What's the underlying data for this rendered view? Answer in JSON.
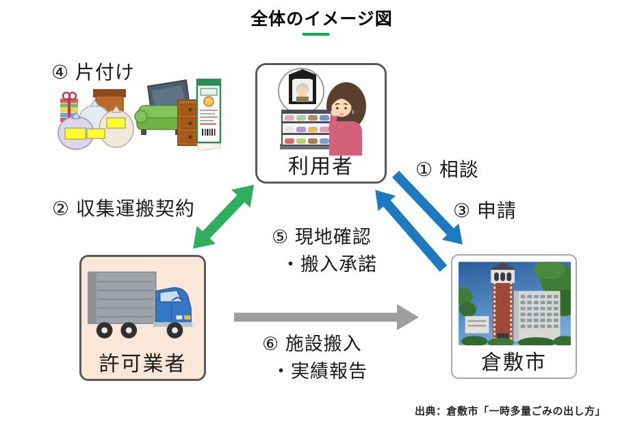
{
  "title": {
    "text": "全体のイメージ図"
  },
  "nodes": {
    "user": {
      "label": "利用者"
    },
    "contractor": {
      "label": "許可業者"
    },
    "city": {
      "label": "倉敷市"
    }
  },
  "steps": {
    "s1": "① 相談",
    "s2": "② 収集運搬契約",
    "s3": "③ 申請",
    "s4": "④ 片付け",
    "s5": [
      "⑤ 現地確認",
      "・搬入承諾"
    ],
    "s6": [
      "⑥ 施設搬入",
      "・実績報告"
    ]
  },
  "source": "出典：倉敷市「一時多量ごみの出し方」",
  "colors": {
    "accent_green": "#00b050",
    "arrow_green": "#2eaf5e",
    "arrow_blue": "#1b7ac0",
    "arrow_gray": "#9e9e9e",
    "contractor_bg": "#fbe7d8",
    "box_border_dark": "#595959",
    "box_border_light": "#a6a6a6"
  }
}
